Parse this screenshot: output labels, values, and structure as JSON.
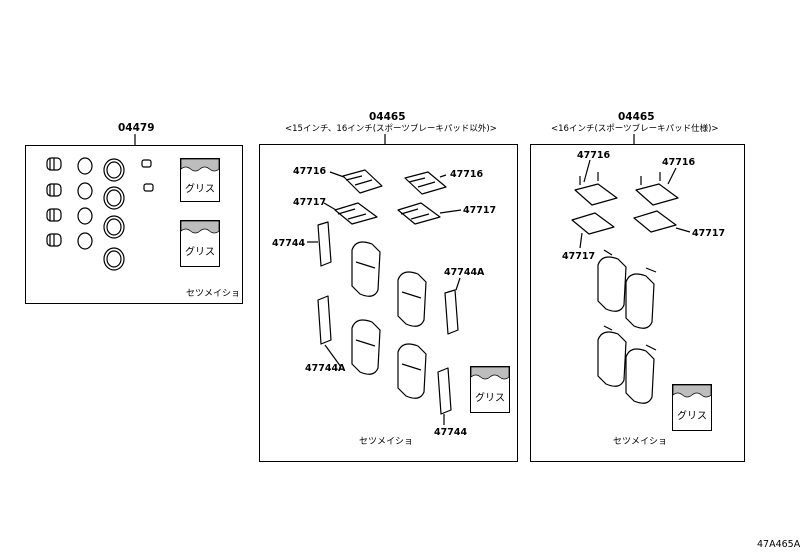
{
  "groups": [
    {
      "part_no": "04479",
      "label": "",
      "note": "セツメイショ"
    },
    {
      "part_no": "04465",
      "label": "<15インチ、16インチ(スポーツブレーキパッド以外)>",
      "note": "セツメイショ"
    },
    {
      "part_no": "04465",
      "label": "<16インチ(スポーツブレーキパッド仕様)>",
      "note": "セツメイショ"
    }
  ],
  "grease_label": "グリス",
  "callouts": {
    "g2_a": "47716",
    "g2_b": "47716",
    "g2_c": "47717",
    "g2_d": "47717",
    "g2_e": "47744",
    "g2_f": "47744A",
    "g2_g": "47744A",
    "g2_h": "47744",
    "g3_a": "47716",
    "g3_b": "47716",
    "g3_c": "47717",
    "g3_d": "47717"
  },
  "figure_id": "47A465A"
}
